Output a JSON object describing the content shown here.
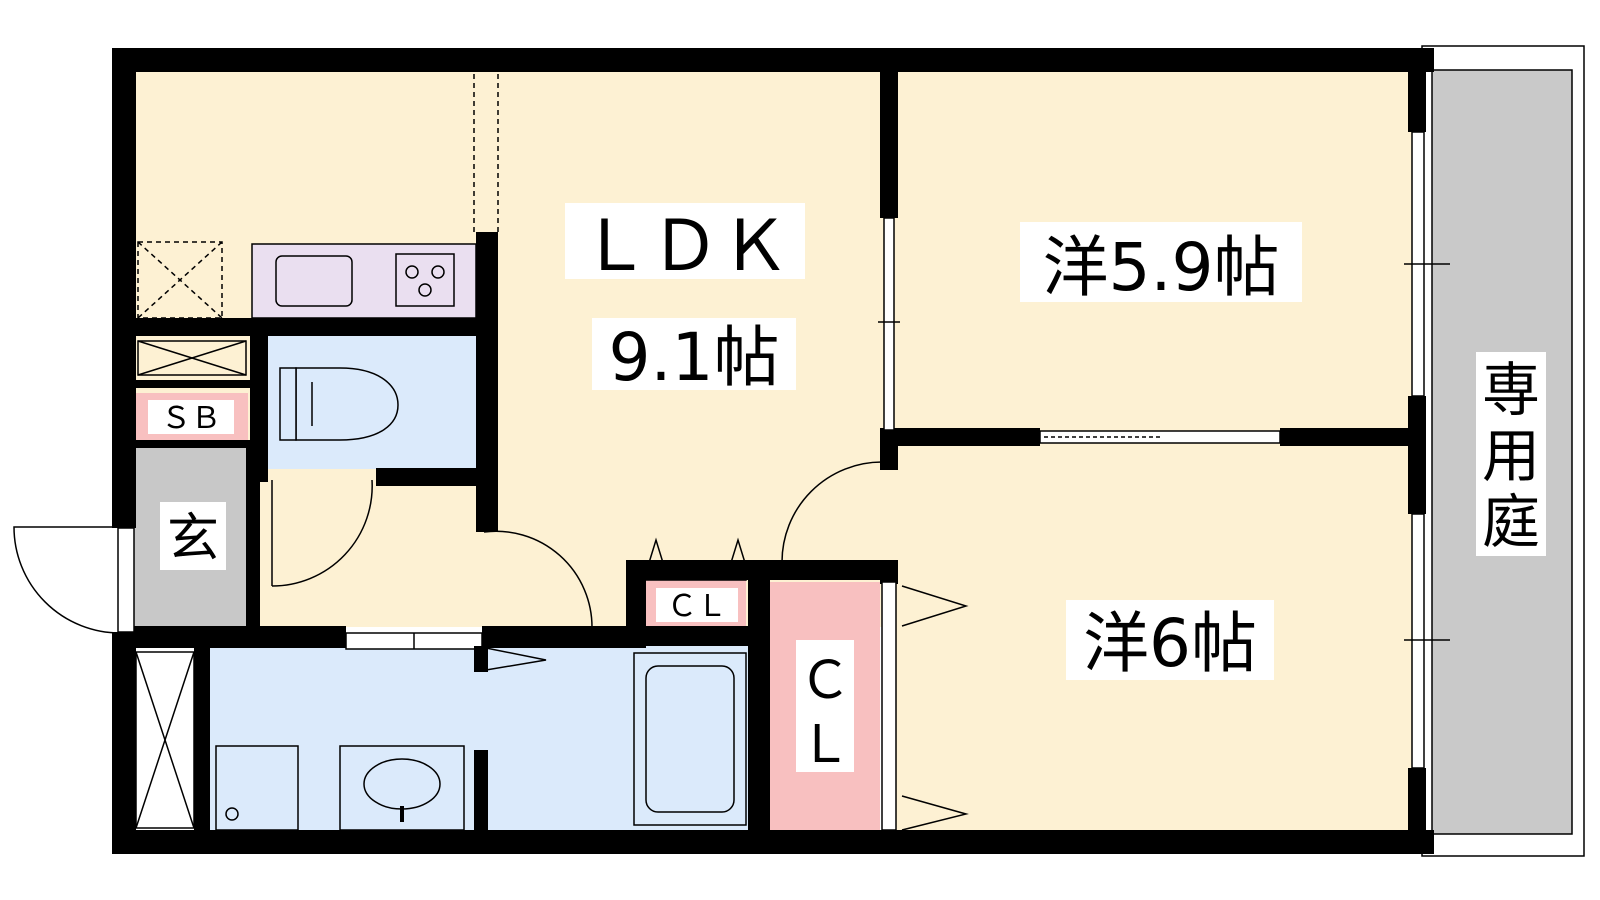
{
  "rooms": {
    "ldk_name": "ＬＤＫ",
    "ldk_size": "9.1帖",
    "western1": "洋5.9帖",
    "western2": "洋6帖",
    "garden": [
      "専",
      "用",
      "庭"
    ],
    "entrance": "玄",
    "shoe_box": "ＳＢ",
    "closet_small": "ＣＬ",
    "closet_large": [
      "Ｃ",
      "Ｌ"
    ]
  },
  "colors": {
    "floor": "#fdf1d3",
    "wet_area": "#dbeafb",
    "kitchen": "#eadff0",
    "closet": "#f8c0c0",
    "entrance": "#c8c8c8",
    "garden": "#c9c9c9",
    "wall": "#000000"
  }
}
